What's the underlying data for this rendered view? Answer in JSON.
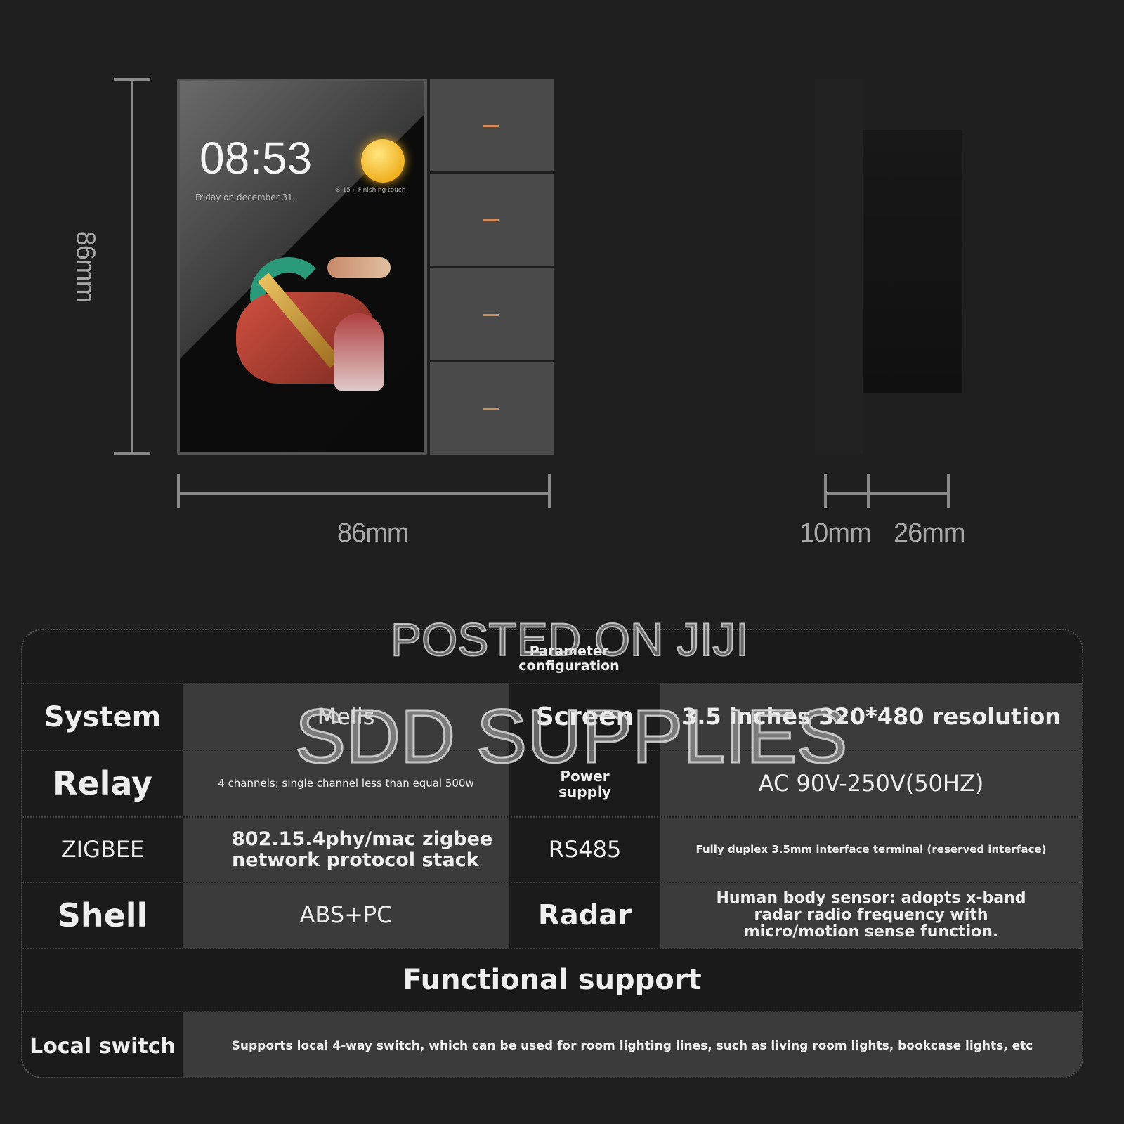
{
  "device": {
    "time": "08:53",
    "date": "Friday on december 31,",
    "weather": "8-15 ▯ Finishing touch",
    "icon": "sun-icon",
    "accent": "#d58a5a"
  },
  "dimensions": {
    "height": "86mm",
    "width": "86mm",
    "depth_plate": "10mm",
    "depth_body": "26mm"
  },
  "watermarks": [
    "POSTED ON JIJI",
    "SDD SUPPLIES"
  ],
  "table": {
    "header": "Parameter configuration",
    "rows": [
      [
        "System",
        "Melis",
        "Screen",
        "3.5 inches 320*480 resolution"
      ],
      [
        "Relay",
        "4 channels; single channel less than equal 500w",
        "Power supply",
        "AC 90V-250V(50HZ)"
      ],
      [
        "ZIGBEE",
        "802.15.4phy/mac zigbee network protocol stack",
        "RS485",
        "Fully duplex 3.5mm interface terminal (reserved interface)"
      ],
      [
        "Shell",
        "ABS+PC",
        "Radar",
        "Human body sensor: adopts x-band radar radio frequency with micro/motion sense function."
      ]
    ],
    "section": "Functional support",
    "local_label": "Local switch",
    "local_value": "Supports local 4-way switch, which can be used for room lighting lines, such as living room lights, bookcase lights, etc"
  }
}
